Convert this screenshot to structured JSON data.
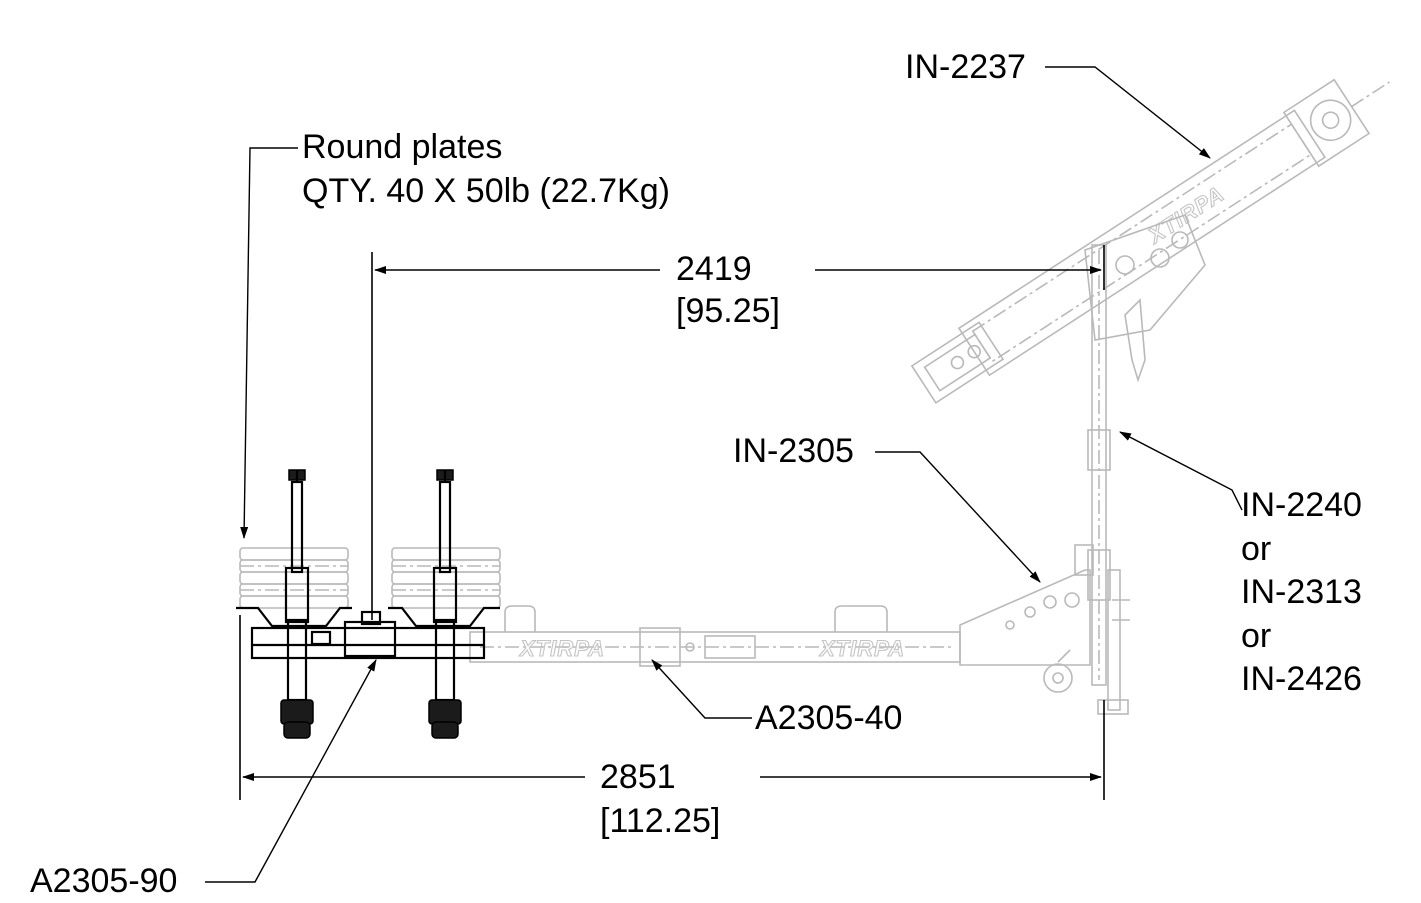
{
  "callouts": {
    "round_plates_line1": "Round plates",
    "round_plates_line2": "QTY. 40 X 50lb (22.7Kg)",
    "in_2237": "IN-2237",
    "in_2305": "IN-2305",
    "mast_line1": "IN-2240",
    "mast_line2": "or",
    "mast_line3": "IN-2313",
    "mast_line4": "or",
    "mast_line5": "IN-2426",
    "a2305_40": "A2305-40",
    "a2305_90": "A2305-90"
  },
  "dimensions": {
    "top_mm": "2419",
    "top_in": "[95.25]",
    "bottom_mm": "2851",
    "bottom_in": "[112.25]"
  },
  "markings": {
    "brand": "XTIRPA"
  },
  "colors": {
    "ink": "#000000",
    "ghost_lines": "#b9b9b9"
  }
}
